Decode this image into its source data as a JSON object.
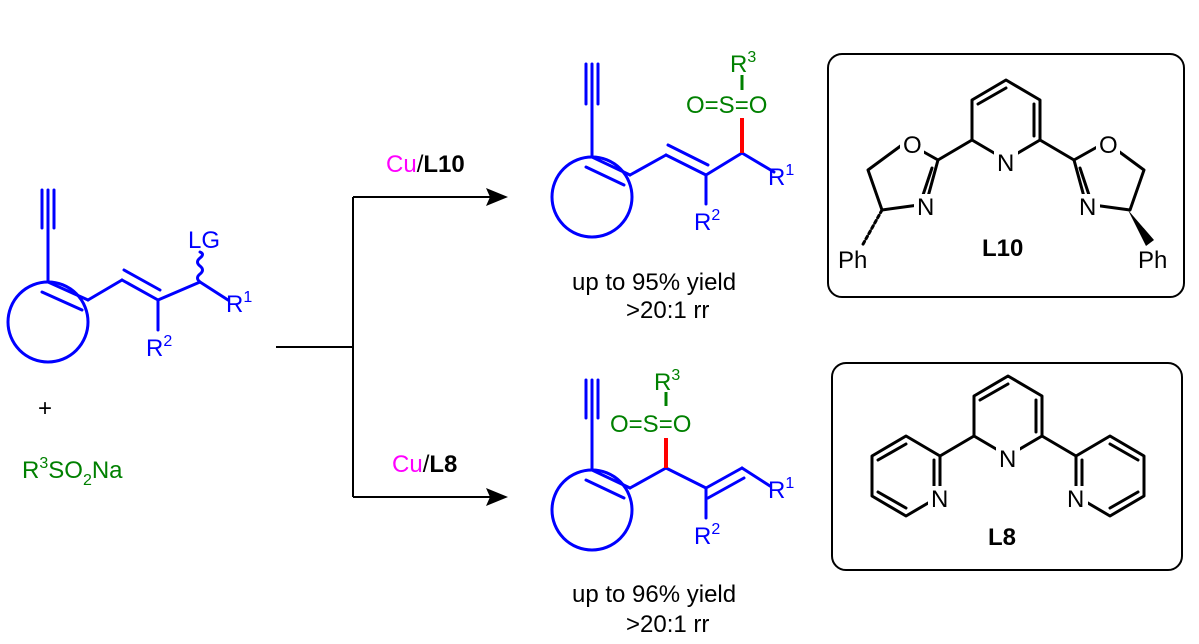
{
  "colors": {
    "substrate": "#0000ff",
    "sulfonyl": "#008000",
    "new_bond": "#ff0000",
    "metal": "#ff00ff",
    "frame": "#000000"
  },
  "reactant": {
    "leaving_group": "LG",
    "r1": "R",
    "r1_sup": "1",
    "r2": "R",
    "r2_sup": "2",
    "plus": "+",
    "reagent_r": "R",
    "reagent_r_sup": "3",
    "reagent_so": "SO",
    "reagent_sub": "2",
    "reagent_na": "Na"
  },
  "conditions": {
    "upper": {
      "metal": "Cu",
      "slash": "/",
      "ligand": "L10"
    },
    "lower": {
      "metal": "Cu",
      "slash": "/",
      "ligand": "L8"
    }
  },
  "product_upper": {
    "r3": "R",
    "r3_sup": "3",
    "sulfonyl": "O=S=O",
    "r1": "R",
    "r1_sup": "1",
    "r2": "R",
    "r2_sup": "2",
    "yield": "up to 95% yield",
    "rr": ">20:1 rr"
  },
  "product_lower": {
    "r3": "R",
    "r3_sup": "3",
    "sulfonyl": "O=S=O",
    "r1": "R",
    "r1_sup": "1",
    "r2": "R",
    "r2_sup": "2",
    "yield": "up to 96% yield",
    "rr": ">20:1 rr"
  },
  "ligand_l10": {
    "o_left": "O",
    "o_right": "O",
    "n_pyridine": "N",
    "n_left": "N",
    "n_right": "N",
    "ph_left": "Ph",
    "ph_right": "Ph",
    "name": "L10"
  },
  "ligand_l8": {
    "n_center": "N",
    "n_left": "N",
    "n_right": "N",
    "name": "L8"
  }
}
